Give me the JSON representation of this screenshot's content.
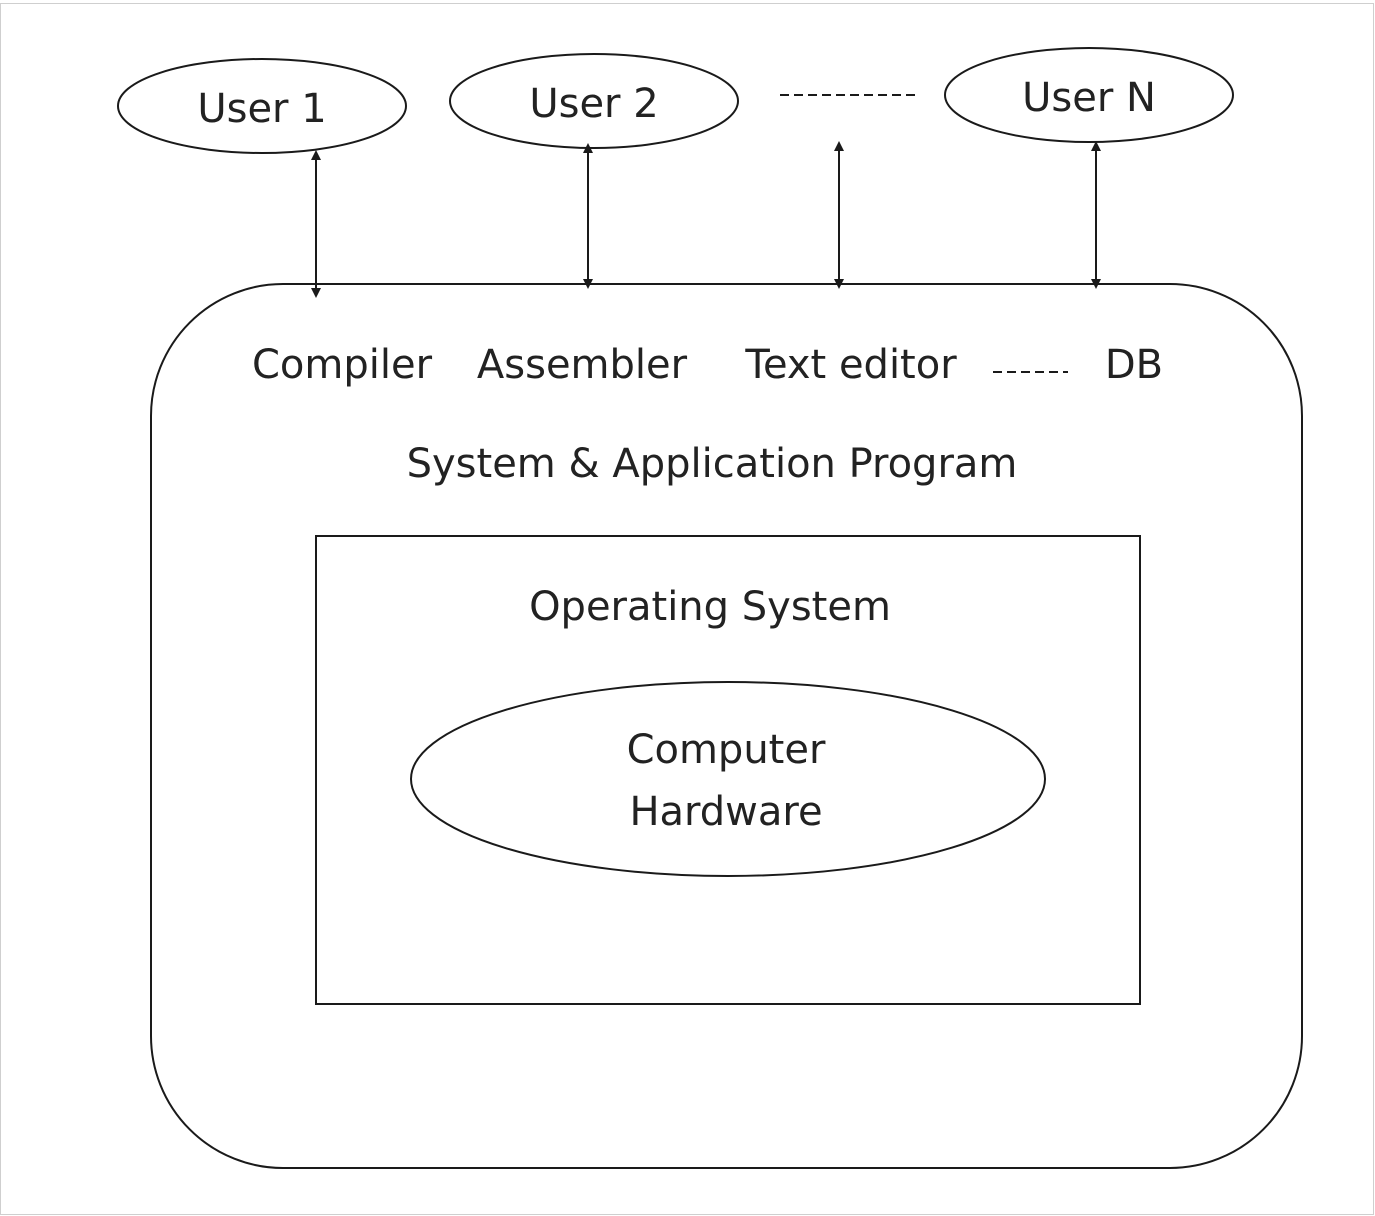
{
  "users": [
    {
      "label": "User 1"
    },
    {
      "label": "User 2"
    },
    {
      "label": "User N"
    }
  ],
  "programs": [
    {
      "label": "Compiler"
    },
    {
      "label": "Assembler"
    },
    {
      "label": "Text editor"
    },
    {
      "label": "DB"
    }
  ],
  "layers": {
    "system_programs": "System & Application Program",
    "operating_system": "Operating System",
    "hardware_line1": "Computer",
    "hardware_line2": "Hardware"
  }
}
